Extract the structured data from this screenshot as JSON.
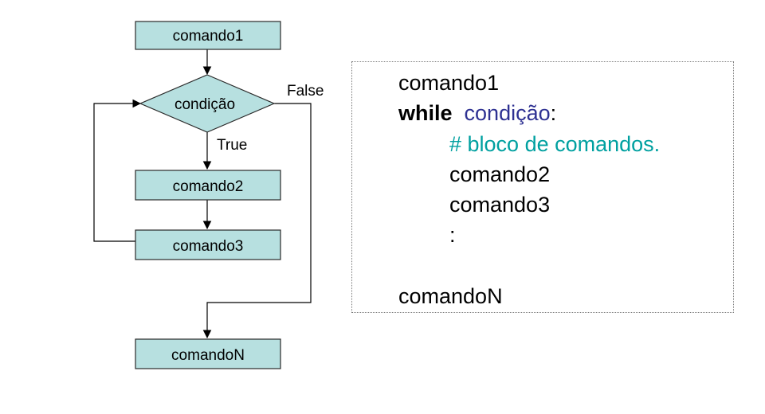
{
  "flowchart": {
    "nodes": {
      "comando1": "comando1",
      "condicao": "condição",
      "comando2": "comando2",
      "comando3": "comando3",
      "comandoN": "comandoN"
    },
    "edges": {
      "true_label": "True",
      "false_label": "False"
    },
    "colors": {
      "node_fill": "#b7e0e0",
      "node_stroke": "#2a2a2a",
      "edge": "#000000"
    }
  },
  "code": {
    "line1": "comando1",
    "while_keyword": "while",
    "while_condition": "condição",
    "while_colon": ":",
    "comment": "# bloco de comandos.",
    "line_comando2": "comando2",
    "line_comando3": "comando3",
    "ellipsis": ":",
    "last_line": "comandoN",
    "colors": {
      "keyword": "#000000",
      "condition": "#2e3192",
      "comment": "#00a0a0"
    }
  }
}
